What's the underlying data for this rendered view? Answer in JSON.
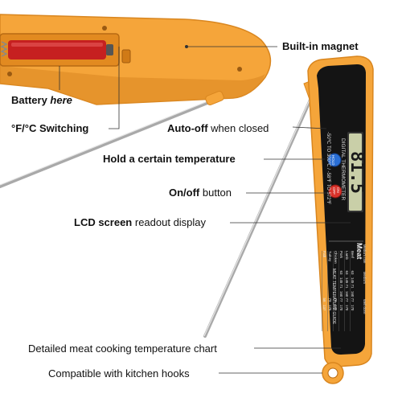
{
  "colors": {
    "body_orange": "#f5a53a",
    "body_orange_dark": "#d9861f",
    "panel_black": "#141414",
    "lcd_green": "#c9cfa8",
    "battery_red": "#c62020",
    "hold_blue": "#2a6fd6",
    "onoff_red": "#d8322a",
    "probe_steel": "#a9a9a9"
  },
  "callouts": {
    "magnet": {
      "bold": "Built-in magnet",
      "regular": ""
    },
    "battery": {
      "bold": "Battery",
      "italic": "here"
    },
    "switching": {
      "bold": "°F/°C Switching"
    },
    "autooff": {
      "bold": "Auto-off",
      "regular": " when closed"
    },
    "hold": {
      "bold": "Hold a certain temperature"
    },
    "onoff": {
      "bold": "On/off",
      "regular": " button"
    },
    "lcd": {
      "bold": "LCD screen",
      "regular": " readout display"
    },
    "chart": {
      "regular": "Detailed meat cooking temperature chart"
    },
    "hooks": {
      "regular": "Compatible with kitchen hooks"
    }
  },
  "device": {
    "brand_text": "DIGITAL THERMOMETER",
    "range_text": "-50℃ TO 300℃ / -58℉ TO 572℉",
    "lcd_value": "81.5",
    "hold_label": "HOLD",
    "on_label": "ON",
    "off_label": "OFF",
    "table_header": "Meat",
    "table_rows": [
      [
        "Beef",
        "63",
        "145",
        "71",
        "160",
        "77",
        "170"
      ],
      [
        "Lamb",
        "63",
        "145",
        "71",
        "160",
        "77",
        "170"
      ],
      [
        "Pork",
        "63",
        "145",
        "71",
        "160",
        "77",
        "170"
      ],
      [
        "Chicken",
        "",
        "",
        "",
        "",
        "79",
        "175"
      ],
      [
        "Turkey",
        "",
        "",
        "",
        "",
        "79",
        "175"
      ],
      [
        "Fish",
        "",
        "",
        "",
        "",
        "58",
        "137"
      ]
    ],
    "col_headers": [
      "Medium rare",
      "Medium",
      "Well done"
    ],
    "guide_text": "MEAT TEMPERATURE GUIDE"
  }
}
